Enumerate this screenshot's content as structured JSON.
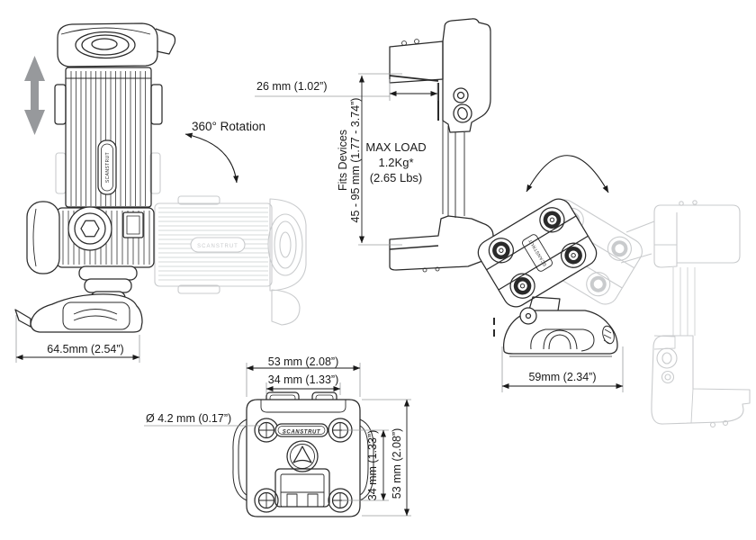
{
  "drawing": {
    "brand": "SCANSTRUT",
    "rotation_label": "360° Rotation",
    "max_load": {
      "line1": "MAX LOAD",
      "line2": "1.2Kg*",
      "line3": "(2.65 Lbs)"
    },
    "fits_devices": {
      "line1": "Fits Devices",
      "line2": "45 - 95 mm (1.77 - 3.74”)"
    },
    "dimensions": {
      "front_base_width": "64.5mm (2.54”)",
      "jaw_depth": "26 mm (1.02”)",
      "tilt_base_width": "59mm (2.34”)",
      "plate_outer_width": "53 mm (2.08”)",
      "plate_hole_spacing_width": "34 mm (1.33”)",
      "plate_hole_spacing_height": "34 mm (1.33”)",
      "plate_outer_height": "53 mm (2.08”)",
      "hole_diameter": "Ø 4.2 mm (0.17”)"
    },
    "colors": {
      "line": "#2a2a2a",
      "ghost": "#c9cbcd",
      "dimension": "#1a1a1a",
      "leader": "#9a9c9e",
      "slide_arrow": "#97999c",
      "background": "#ffffff"
    }
  }
}
